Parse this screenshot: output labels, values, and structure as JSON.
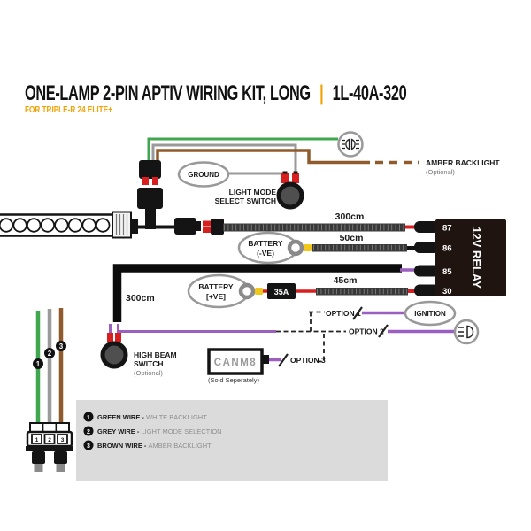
{
  "header": {
    "title": "ONE-LAMP 2-PIN APTIV WIRING KIT, LONG",
    "divider": "|",
    "part_number": "1L-40A-320",
    "subtitle": "FOR TRIPLE-R 24 ELITE+"
  },
  "diagram": {
    "ground": "GROUND",
    "light_mode_switch": [
      "LIGHT MODE",
      "SELECT SWITCH"
    ],
    "amber_backlight": {
      "label": "AMBER BACKLIGHT",
      "note": "(Optional)"
    },
    "lengths": {
      "top": "300cm",
      "mid": "50cm",
      "lower": "45cm",
      "left": "300cm"
    },
    "battery_neg": [
      "BATTERY",
      "(-VE)"
    ],
    "battery_pos": [
      "BATTERY",
      "[+VE]"
    ],
    "fuse": "35A",
    "relay": {
      "label": "12V RELAY",
      "pins": [
        "87",
        "86",
        "85",
        "30"
      ]
    },
    "options": [
      "OPTION 1",
      "OPTION 2",
      "OPTION 3"
    ],
    "ignition": "IGNITION",
    "canm8": {
      "label": "CANM8",
      "note": "(Sold Seperately)"
    },
    "high_beam": {
      "lines": [
        "HIGH BEAM",
        "SWITCH"
      ],
      "note": "(Optional)"
    },
    "wire_badges": [
      "1",
      "2",
      "3"
    ],
    "connector_slots": [
      "1",
      "2",
      "3"
    ]
  },
  "legend": {
    "items": [
      {
        "num": "1",
        "wire": "GREEN WIRE - ",
        "desc": "WHITE BACKLIGHT"
      },
      {
        "num": "2",
        "wire": "GREY WIRE - ",
        "desc": "LIGHT MODE SELECTION"
      },
      {
        "num": "3",
        "wire": "BROWN WIRE - ",
        "desc": "AMBER BACKLIGHT"
      }
    ]
  },
  "colors": {
    "accent_amber": "#F0A202",
    "green_wire": "#3FA74E",
    "grey_wire": "#9A9A9A",
    "brown_wire": "#8F5B2C",
    "purple_wire": "#9B5FC0",
    "red": "#D81F1F",
    "yellow_connector": "#F2C71B",
    "relay_body": "#1F1410",
    "legend_bg": "#DBDBDB"
  }
}
